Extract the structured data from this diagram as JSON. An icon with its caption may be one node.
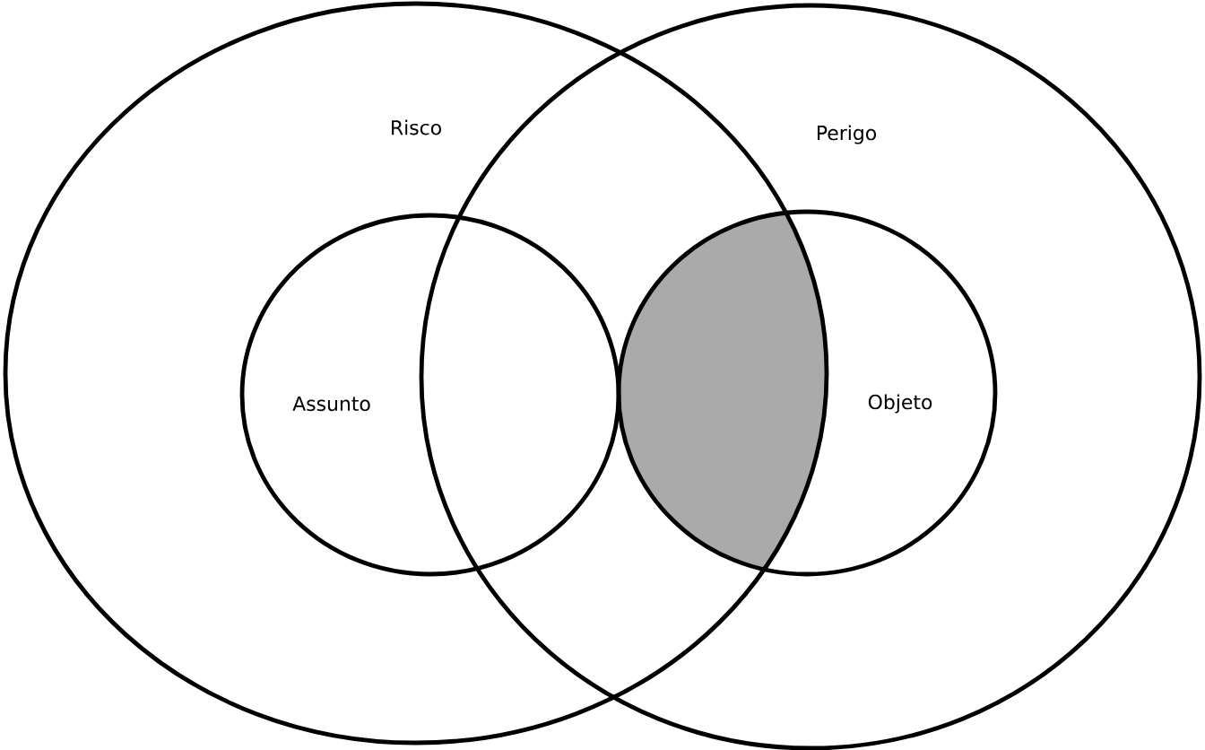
{
  "diagram": {
    "nodes": [
      {
        "text": [
          "Risco"
        ]
      },
      {
        "text": [
          "Perigo"
        ]
      },
      {
        "text": [
          "Assunto"
        ],
        "in": 0
      },
      {
        "text": [
          "Objeto"
        ],
        "in": 1
      }
    ]
  }
}
